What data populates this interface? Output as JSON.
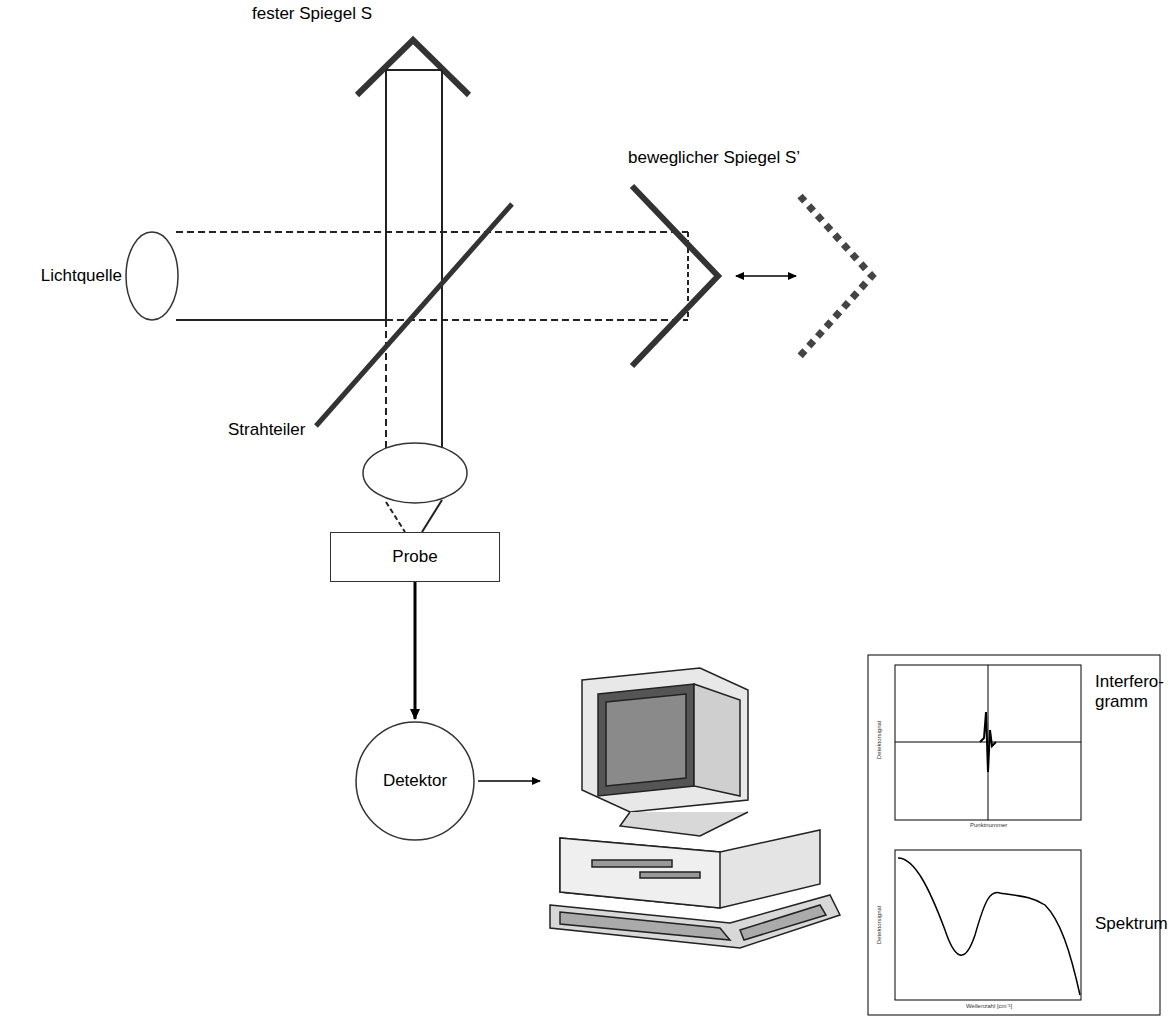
{
  "diagram": {
    "nodes": [
      {
        "text": [
          "Lichtquelle"
        ]
      },
      {
        "text": [
          "Probe"
        ]
      },
      {
        "text": [
          "Detektor"
        ]
      }
    ],
    "edges": [
      {
        "from": 1,
        "to": 2,
        "arrow": "to"
      }
    ],
    "labels": [
      "fester Spiegel S",
      "beweglicher Spiegel S’",
      "Strahteiler",
      "Interfero- gramm",
      "Spektrum",
      "Detektorsignal",
      "Punktnummer",
      "Detektorsignal",
      "Wellenzahl [cm⁻¹]"
    ]
  }
}
